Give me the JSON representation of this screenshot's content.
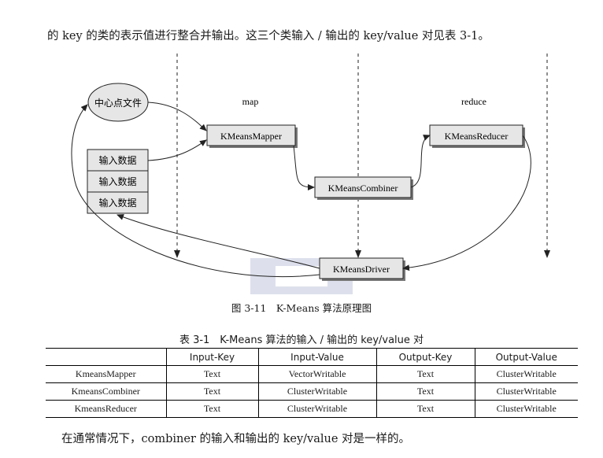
{
  "intro_text": "的 key 的类的表示值进行整合并输出。这三个类输入 / 输出的 key/value 对见表 3-1。",
  "diagram": {
    "center_file": "中心点文件",
    "input_data": [
      "输入数据",
      "输入数据",
      "输入数据"
    ],
    "phase_map": "map",
    "phase_reduce": "reduce",
    "mapper": "KMeansMapper",
    "combiner": "KMeansCombiner",
    "reducer": "KMeansReducer",
    "driver": "KMeansDriver"
  },
  "figure_caption": "图 3-11　K-Means 算法原理图",
  "table_caption": "表 3-1　K-Means 算法的输入 / 输出的 key/value 对",
  "table": {
    "headers": [
      "",
      "Input-Key",
      "Input-Value",
      "Output-Key",
      "Output-Value"
    ],
    "rows": [
      [
        "KmeansMapper",
        "Text",
        "VectorWritable",
        "Text",
        "ClusterWritable"
      ],
      [
        "KmeansCombiner",
        "Text",
        "ClusterWritable",
        "Text",
        "ClusterWritable"
      ],
      [
        "KmeansReducer",
        "Text",
        "ClusterWritable",
        "Text",
        "ClusterWritable"
      ]
    ]
  },
  "outro_text": "在通常情况下，combiner 的输入和输出的 key/value 对是一样的。"
}
